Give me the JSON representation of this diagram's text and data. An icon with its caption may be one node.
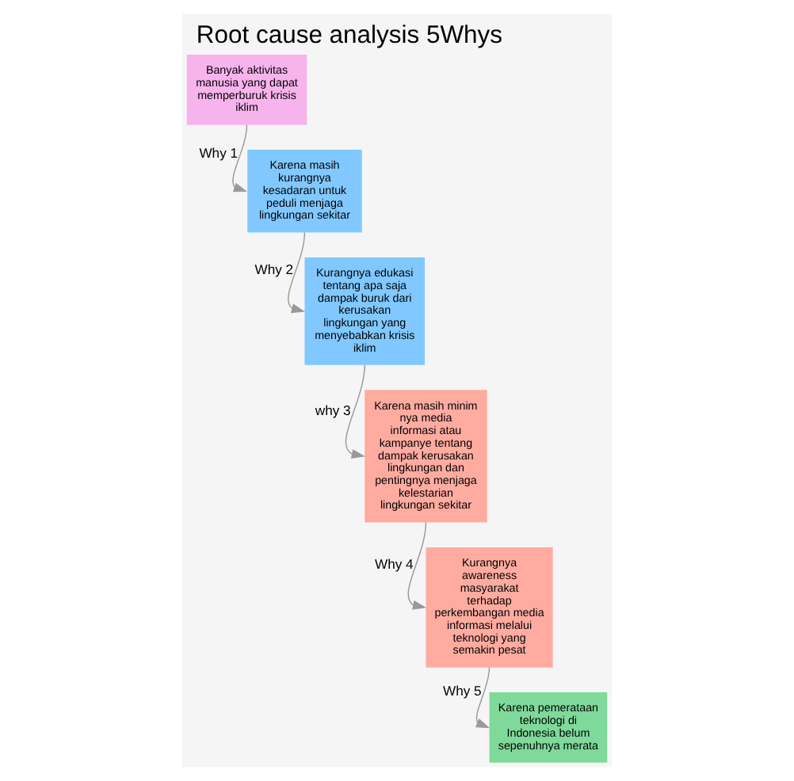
{
  "diagram": {
    "title": "Root cause analysis 5Whys",
    "nodes": [
      {
        "text": [
          "Banyak aktivitas manusia yang dapat memperburuk krisis iklim"
        ]
      },
      {
        "text": [
          "Karena masih kurangnya kesadaran untuk peduli menjaga lingkungan sekitar"
        ]
      },
      {
        "text": [
          "Kurangnya edukasi tentang apa saja dampak buruk dari kerusakan lingkungan yang menyebabkan krisis iklim"
        ]
      },
      {
        "text": [
          "Karena masih minim nya media informasi atau kampanye tentang dampak kerusakan lingkungan dan pentingnya menjaga kelestarian lingkungan sekitar"
        ]
      },
      {
        "text": [
          "Kurangnya awareness masyarakat terhadap perkembangan media informasi melalui teknologi yang semakin pesat"
        ]
      },
      {
        "text": [
          "Karena pemerataan teknologi di Indonesia belum sepenuhnya merata"
        ]
      }
    ],
    "edges": [
      {
        "from": 0,
        "to": 1,
        "arrow": "to",
        "label": "Why 1"
      },
      {
        "from": 1,
        "to": 2,
        "arrow": "to",
        "label": "Why 2"
      },
      {
        "from": 2,
        "to": 3,
        "arrow": "to",
        "label": "why 3"
      },
      {
        "from": 3,
        "to": 4,
        "arrow": "to",
        "label": "Why 4"
      },
      {
        "from": 4,
        "to": 5,
        "arrow": "to",
        "label": "Why 5"
      }
    ]
  }
}
